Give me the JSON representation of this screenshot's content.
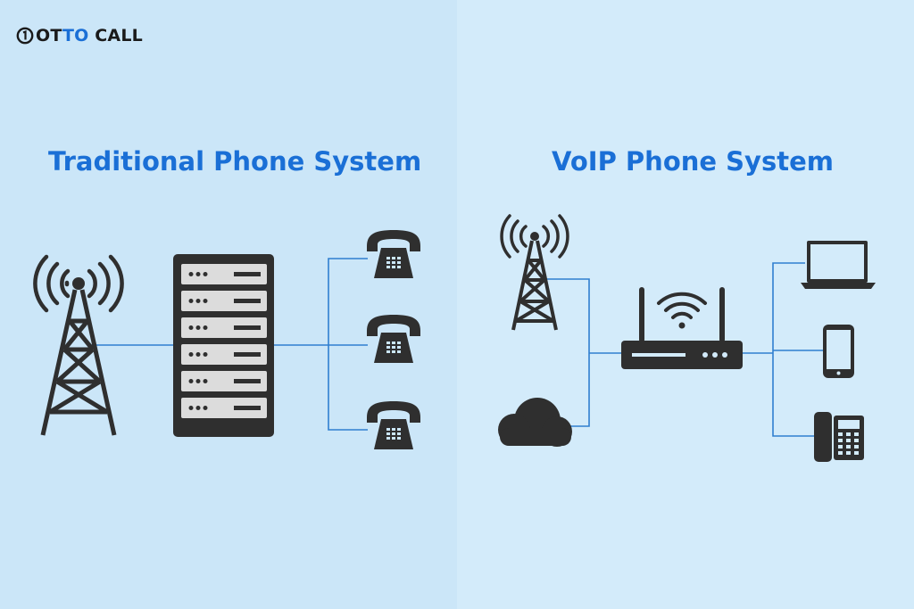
{
  "brand": {
    "name_prefix": "OT",
    "name_accent": "TO",
    "name_suffix": " CALL"
  },
  "traditional": {
    "title": "Traditional Phone System",
    "components": [
      "cell-tower-icon",
      "server-rack-icon",
      "desk-phone-icon",
      "desk-phone-icon",
      "desk-phone-icon"
    ]
  },
  "voip": {
    "title": "VoIP Phone System",
    "components": [
      "cell-tower-icon",
      "cloud-icon",
      "wifi-router-icon",
      "laptop-icon",
      "smartphone-icon",
      "ip-desk-phone-icon"
    ]
  },
  "colors": {
    "panel_left": "#cbe6f8",
    "panel_right": "#d3ebfa",
    "title_blue": "#1a6fd6",
    "icon_dark": "#2f2f2f",
    "connector_blue": "#2f7fd0"
  }
}
